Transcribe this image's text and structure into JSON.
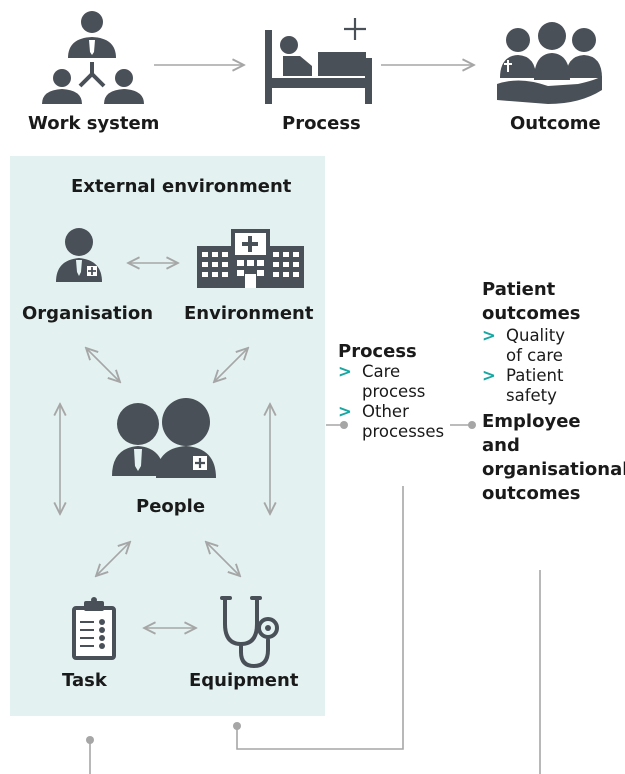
{
  "top": {
    "work_system": "Work system",
    "process": "Process",
    "outcome": "Outcome"
  },
  "box": {
    "title": "External environment",
    "organisation": "Organisation",
    "environment": "Environment",
    "people": "People",
    "task": "Task",
    "equipment": "Equipment"
  },
  "process": {
    "title": "Process",
    "items": [
      "Care process",
      "Other processes"
    ],
    "item_lines": [
      [
        "Care",
        "process"
      ],
      [
        "Other",
        "processes"
      ]
    ]
  },
  "outcomes": {
    "patient_title_lines": [
      "Patient",
      "outcomes"
    ],
    "patient_items": [
      [
        "Quality",
        "of care"
      ],
      [
        "Patient",
        "safety"
      ]
    ],
    "employee_title_lines": [
      "Employee",
      "and",
      "organisational",
      "outcomes"
    ]
  },
  "colors": {
    "icon": "#4a5058",
    "arrow": "#a6a6a6",
    "box_bg": "#e3f2f1",
    "bullet": "#1aa6a0"
  }
}
